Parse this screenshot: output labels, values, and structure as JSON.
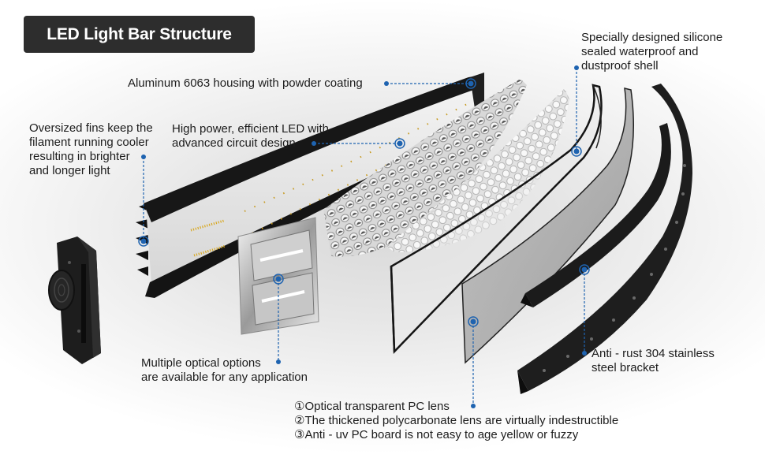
{
  "title": "LED Light Bar Structure",
  "accent_color": "#1e63b0",
  "annotations": {
    "housing": "Aluminum 6063 housing with powder coating",
    "shell": [
      "Specially designed silicone",
      "sealed waterproof and",
      "dustproof shell"
    ],
    "fins": [
      "Oversized fins keep the",
      "filament running cooler",
      "resulting in brighter",
      "and longer light"
    ],
    "led": [
      "High power, efficient LED with",
      "advanced circuit design"
    ],
    "optics": [
      "Multiple optical options",
      "are available for any application"
    ],
    "bracket": [
      "Anti - rust 304 stainless",
      "steel bracket"
    ],
    "lens": [
      "①Optical transparent PC lens",
      "②The thickened polycarbonate lens are virtually indestructible",
      "③Anti - uv PC board is not easy to age yellow or fuzzy"
    ]
  },
  "components": [
    "end-cap-mount",
    "aluminum-housing",
    "led-circuit-board",
    "reflector-module",
    "optical-lens-array",
    "pc-lens-frame",
    "pc-lens-panel",
    "silicone-seal",
    "stainless-bracket-short",
    "stainless-bracket-long"
  ]
}
